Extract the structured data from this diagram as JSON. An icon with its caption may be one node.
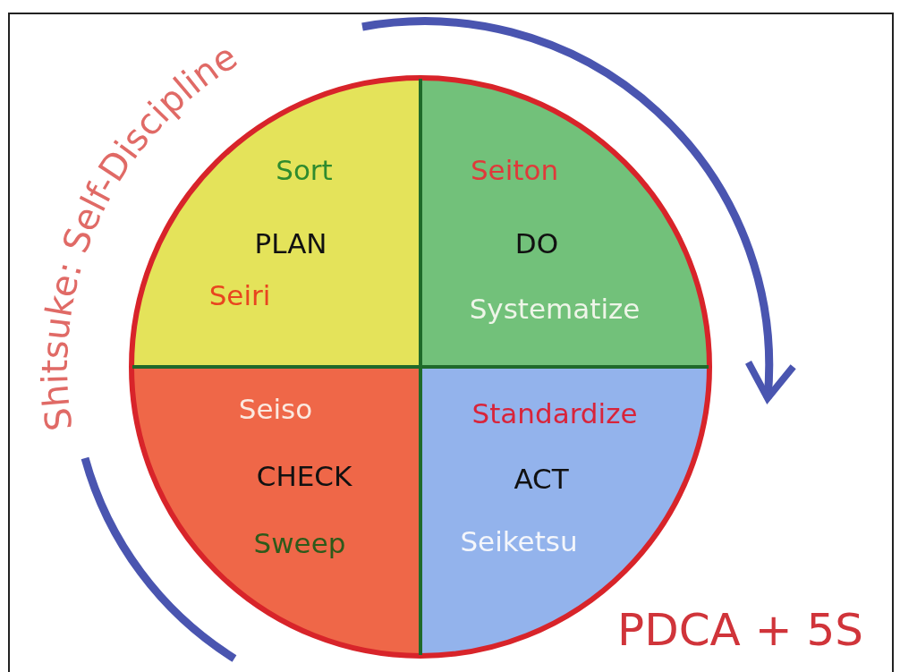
{
  "diagram": {
    "title": "PDCA + 5S",
    "nodes": [
      {
        "text": [
          "Sort",
          "PLAN",
          "Seiri"
        ]
      },
      {
        "text": [
          "Seiton",
          "DO",
          "Systematize"
        ]
      },
      {
        "text": [
          "Seiso",
          "CHECK",
          "Sweep"
        ]
      },
      {
        "text": [
          "Standardize",
          "ACT",
          "Seiketsu"
        ]
      }
    ],
    "labels": [
      "Shitsuke: Self-Discipline"
    ]
  }
}
